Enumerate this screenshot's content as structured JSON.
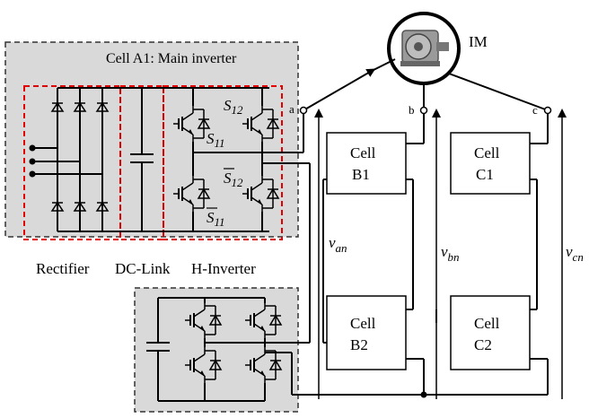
{
  "motor": {
    "label": "IM"
  },
  "cell_a1": {
    "title": "Cell A1: Main inverter"
  },
  "blocks": {
    "rectifier": "Rectifier",
    "dc_link": "DC-Link",
    "h_inverter": "H-Inverter"
  },
  "switch_labels": {
    "s12": "S",
    "s12_sub": "12",
    "s11": "S",
    "s11_sub": "11",
    "s12bar": "S",
    "s12bar_sub": "12",
    "s11bar": "S",
    "s11bar_sub": "11"
  },
  "phases": {
    "a": "a",
    "b": "b",
    "c": "c"
  },
  "cells": {
    "b1": [
      "Cell",
      "B1"
    ],
    "c1": [
      "Cell",
      "C1"
    ],
    "b2": [
      "Cell",
      "B2"
    ],
    "c2": [
      "Cell",
      "C2"
    ]
  },
  "voltages": {
    "van": {
      "v": "v",
      "sub": "an"
    },
    "vbn": {
      "v": "v",
      "sub": "bn"
    },
    "vcn": {
      "v": "v",
      "sub": "cn"
    }
  }
}
